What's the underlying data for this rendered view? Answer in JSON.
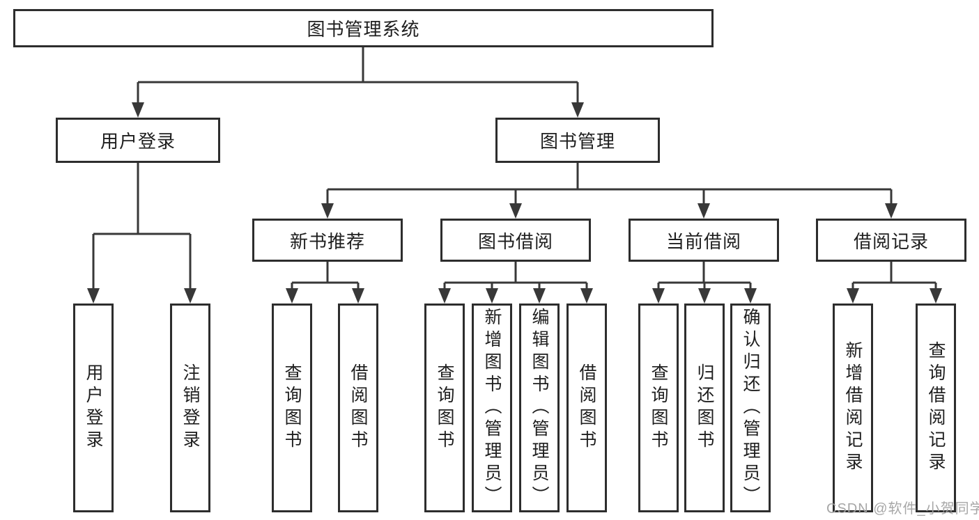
{
  "diagram": {
    "title": "图书管理系统",
    "root": {
      "label": "图书管理系统"
    },
    "level2": [
      {
        "label": "用户登录"
      },
      {
        "label": "图书管理"
      }
    ],
    "level3": [
      {
        "label": "新书推荐"
      },
      {
        "label": "图书借阅"
      },
      {
        "label": "当前借阅"
      },
      {
        "label": "借阅记录"
      }
    ],
    "leaves": {
      "user_login": [
        "用户登录",
        "注销登录"
      ],
      "new_book": [
        "查询图书",
        "借阅图书"
      ],
      "book_borrow": [
        "查询图书",
        "新增图书（管理员）",
        "编辑图书（管理员）",
        "借阅图书"
      ],
      "current_borrow": [
        "查询图书",
        "归还图书",
        "确认归还（管理员）"
      ],
      "borrow_records": [
        "新增借阅记录",
        "查询借阅记录"
      ]
    }
  },
  "watermark": {
    "text": "CSDN @软件_小贺同学"
  },
  "colors": {
    "line": "#383838",
    "box_border": "#2d2d2d",
    "text": "#1e1e1e",
    "background": "#ffffff",
    "watermark": "#a2a2a2"
  }
}
